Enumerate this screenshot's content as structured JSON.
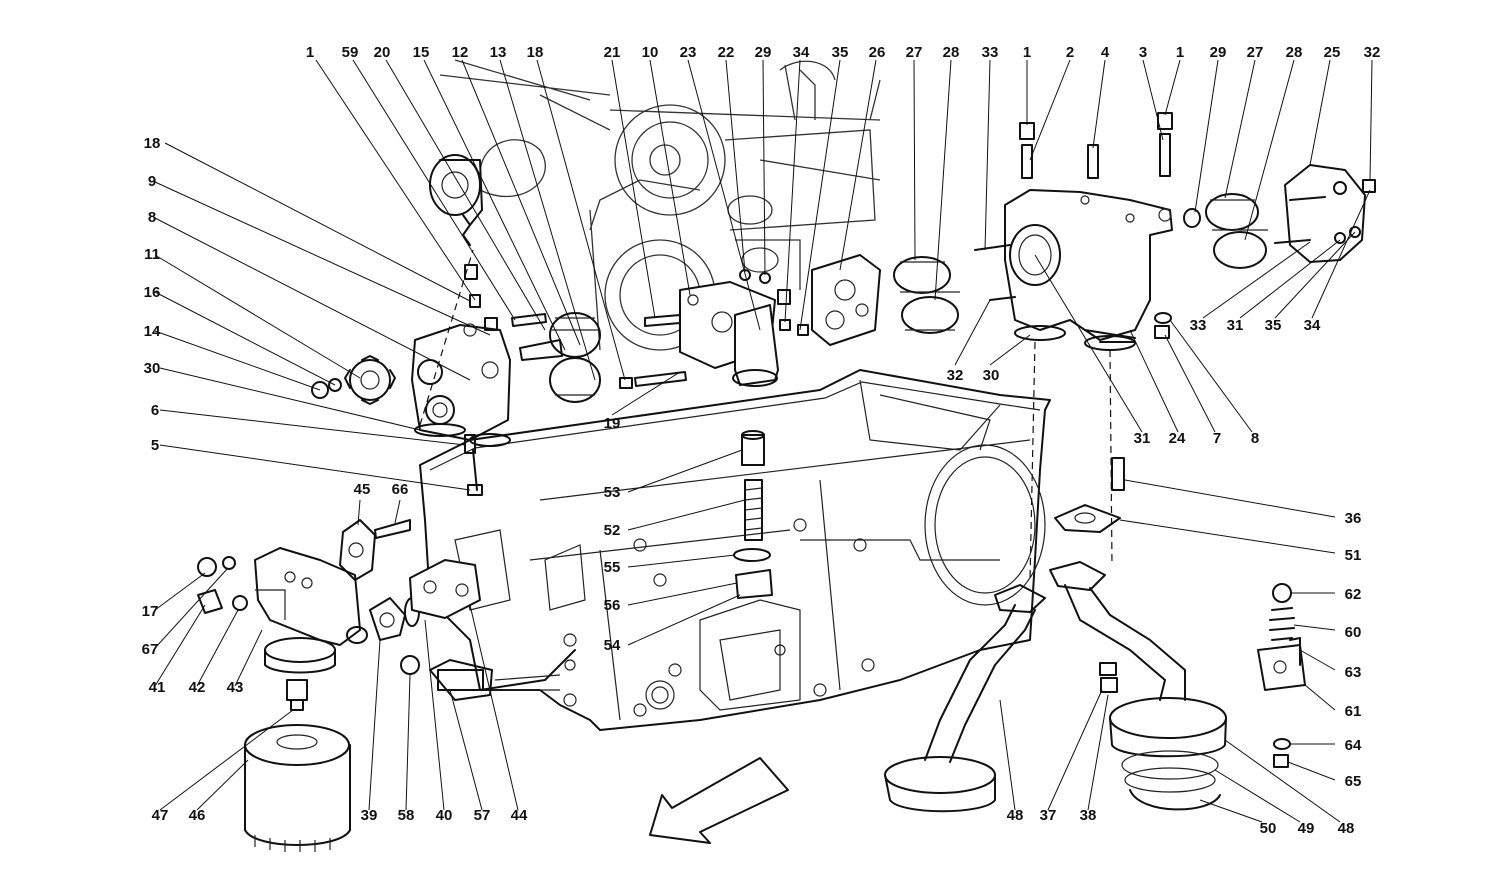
{
  "diagram": {
    "callouts": {
      "top": [
        "1",
        "59",
        "20",
        "15",
        "12",
        "13",
        "18",
        "21",
        "10",
        "23",
        "22",
        "29",
        "34",
        "35",
        "26",
        "27",
        "28",
        "33",
        "1",
        "2",
        "4",
        "3",
        "1",
        "29",
        "27",
        "28",
        "25",
        "32"
      ],
      "left": [
        "18",
        "9",
        "8",
        "11",
        "16",
        "14",
        "30",
        "6",
        "5"
      ],
      "mid": [
        "19",
        "45",
        "66",
        "53",
        "52",
        "55",
        "56",
        "54"
      ],
      "right_top": [
        "33",
        "31",
        "35",
        "34",
        "8",
        "7",
        "24",
        "31",
        "30",
        "32"
      ],
      "right": [
        "36",
        "51",
        "62",
        "60",
        "63",
        "61",
        "64",
        "65"
      ],
      "bottom": [
        "17",
        "67",
        "41",
        "42",
        "43",
        "47",
        "46",
        "39",
        "58",
        "40",
        "57",
        "44",
        "48",
        "37",
        "38",
        "50",
        "49",
        "48"
      ]
    }
  }
}
